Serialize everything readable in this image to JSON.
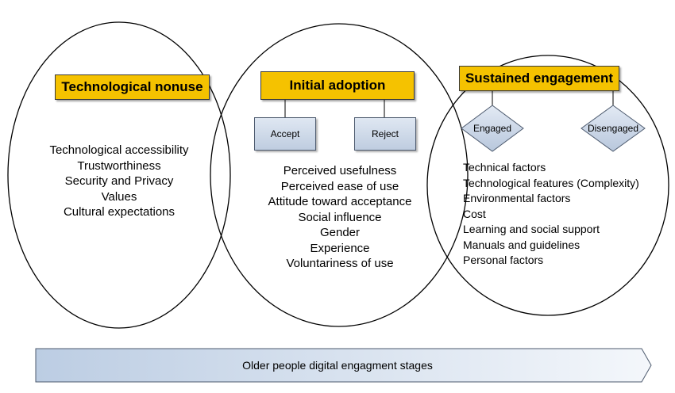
{
  "stages": [
    {
      "title": "Technological nonuse",
      "factors": [
        "Technological accessibility",
        "Trustworthiness",
        "Security and Privacy",
        "Values",
        "Cultural expectations"
      ]
    },
    {
      "title": "Initial adoption",
      "options": [
        "Accept",
        "Reject"
      ],
      "factors": [
        "Perceived usefulness",
        "Perceived ease of use",
        "Attitude toward acceptance",
        "Social influence",
        "Gender",
        "Experience",
        "Voluntariness of use"
      ]
    },
    {
      "title": "Sustained engagement",
      "options": [
        "Engaged",
        "Disengaged"
      ],
      "factors": [
        "Technical factors",
        "Technological features (Complexity)",
        "Environmental factors",
        "Cost",
        "Learning and social support",
        "Manuals and guidelines",
        "Personal factors"
      ]
    }
  ],
  "arrow_label": "Older people digital engagment stages",
  "colors": {
    "title_fill": "#f5c200",
    "box_fill_top": "#dfe7f2",
    "box_fill_bottom": "#bfcde0",
    "arrow_fill_left": "#bccde3",
    "arrow_fill_right": "#f4f7fb"
  }
}
